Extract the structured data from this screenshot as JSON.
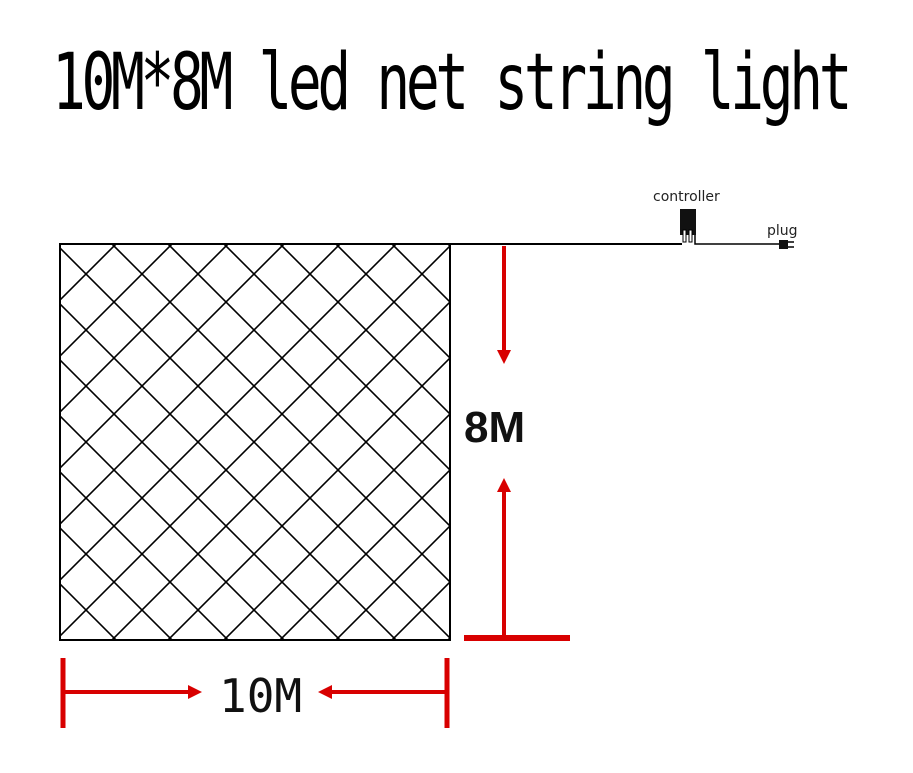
{
  "title": "10M*8M led net string light",
  "labels": {
    "controller": "controller",
    "plug": "plug",
    "height": "8M",
    "width": "10M"
  },
  "colors": {
    "net_line": "#000000",
    "dimension_arrow": "#d80000",
    "text": "#111111"
  }
}
